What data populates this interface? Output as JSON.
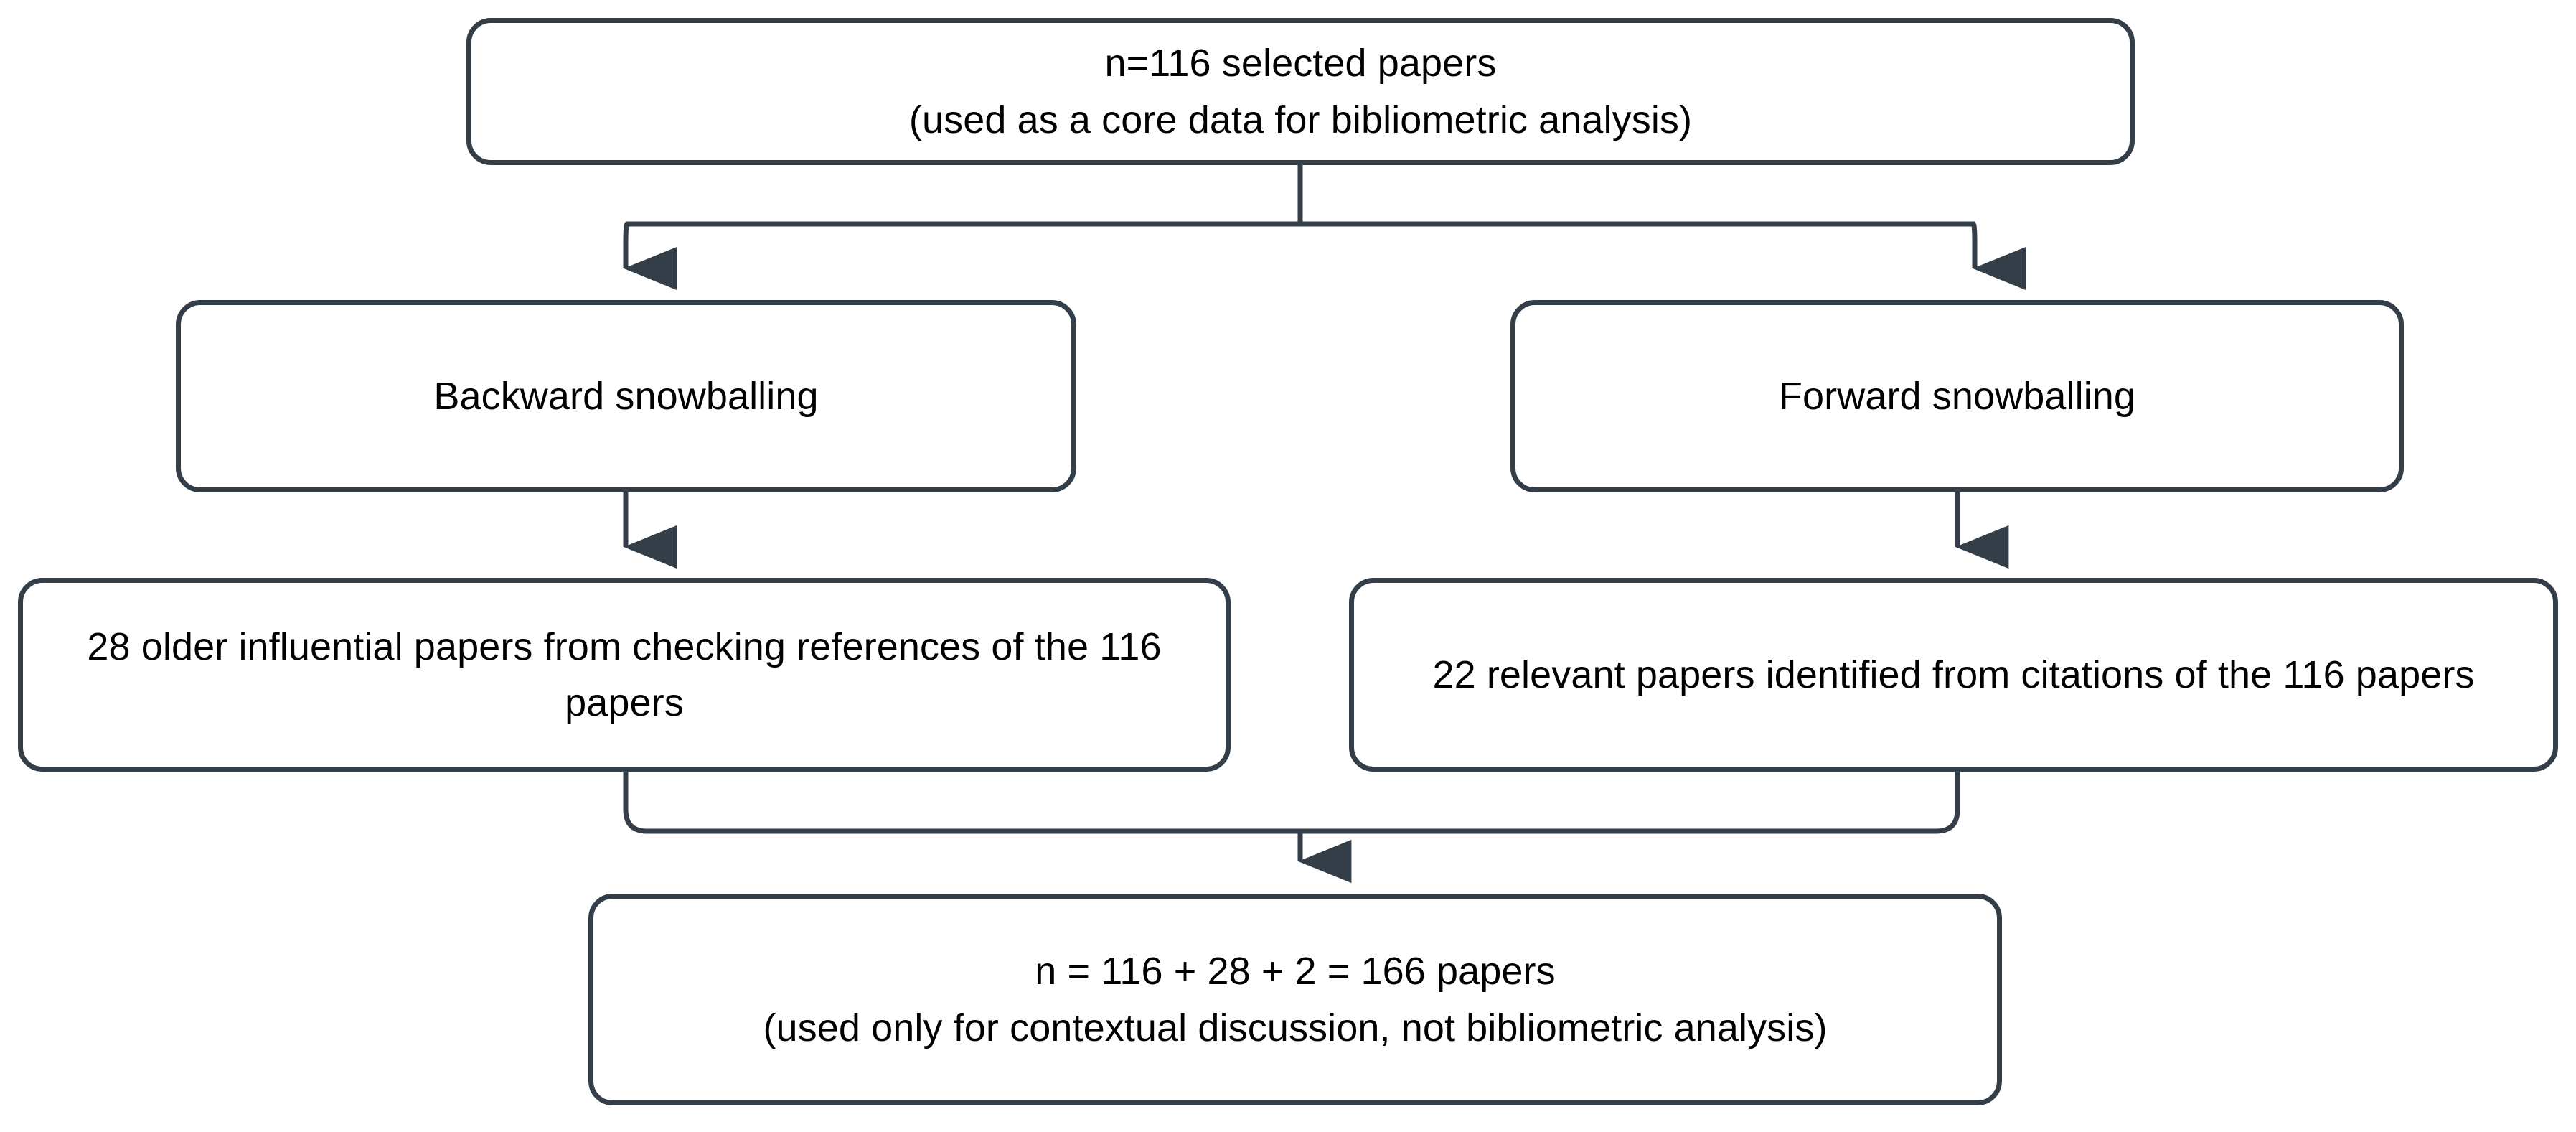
{
  "diagram": {
    "title": "Snowballing paper-selection flowchart",
    "stroke_color": "#333E48",
    "box_fill": "#ffffff",
    "text_color": "#000000",
    "background": "#ffffff"
  },
  "nodes": {
    "root": {
      "id": "root",
      "label": "n=116 selected papers\n(used as a core  data for bibliometric analysis)",
      "line1": "n=116 selected papers",
      "line2": "(used as a core  data for bibliometric analysis)",
      "count": 116
    },
    "backward": {
      "id": "backward",
      "label": "Backward snowballing"
    },
    "forward": {
      "id": "forward",
      "label": "Forward snowballing"
    },
    "backward_result": {
      "id": "backward-result",
      "label": "28 older influential papers from checking references of the 116 papers",
      "count": 28
    },
    "forward_result": {
      "id": "forward-result",
      "label": "22 relevant papers identified from citations of the 116 papers",
      "count": 22
    },
    "total": {
      "id": "total",
      "label": "n = 116 + 28 + 2 = 166 papers\n(used only for contextual discussion, not bibliometric analysis)",
      "line1": "n = 116 + 28 + 2 = 166 papers",
      "line2": "(used only for contextual discussion, not bibliometric analysis)",
      "total": 166
    }
  },
  "edges": [
    {
      "id": "root-to-backward",
      "from": "root",
      "to": "backward",
      "style": "elbow-split",
      "arrow": "down"
    },
    {
      "id": "root-to-forward",
      "from": "root",
      "to": "forward",
      "style": "elbow-split",
      "arrow": "down"
    },
    {
      "id": "backward-to-backward-result",
      "from": "backward",
      "to": "backward-result",
      "style": "straight",
      "arrow": "down"
    },
    {
      "id": "forward-to-forward-result",
      "from": "forward",
      "to": "forward-result",
      "style": "straight",
      "arrow": "down"
    },
    {
      "id": "backward-result-to-total",
      "from": "backward-result",
      "to": "total",
      "style": "elbow-merge",
      "arrow": "none"
    },
    {
      "id": "forward-result-to-total",
      "from": "forward-result",
      "to": "total",
      "style": "elbow-merge",
      "arrow": "down"
    }
  ]
}
